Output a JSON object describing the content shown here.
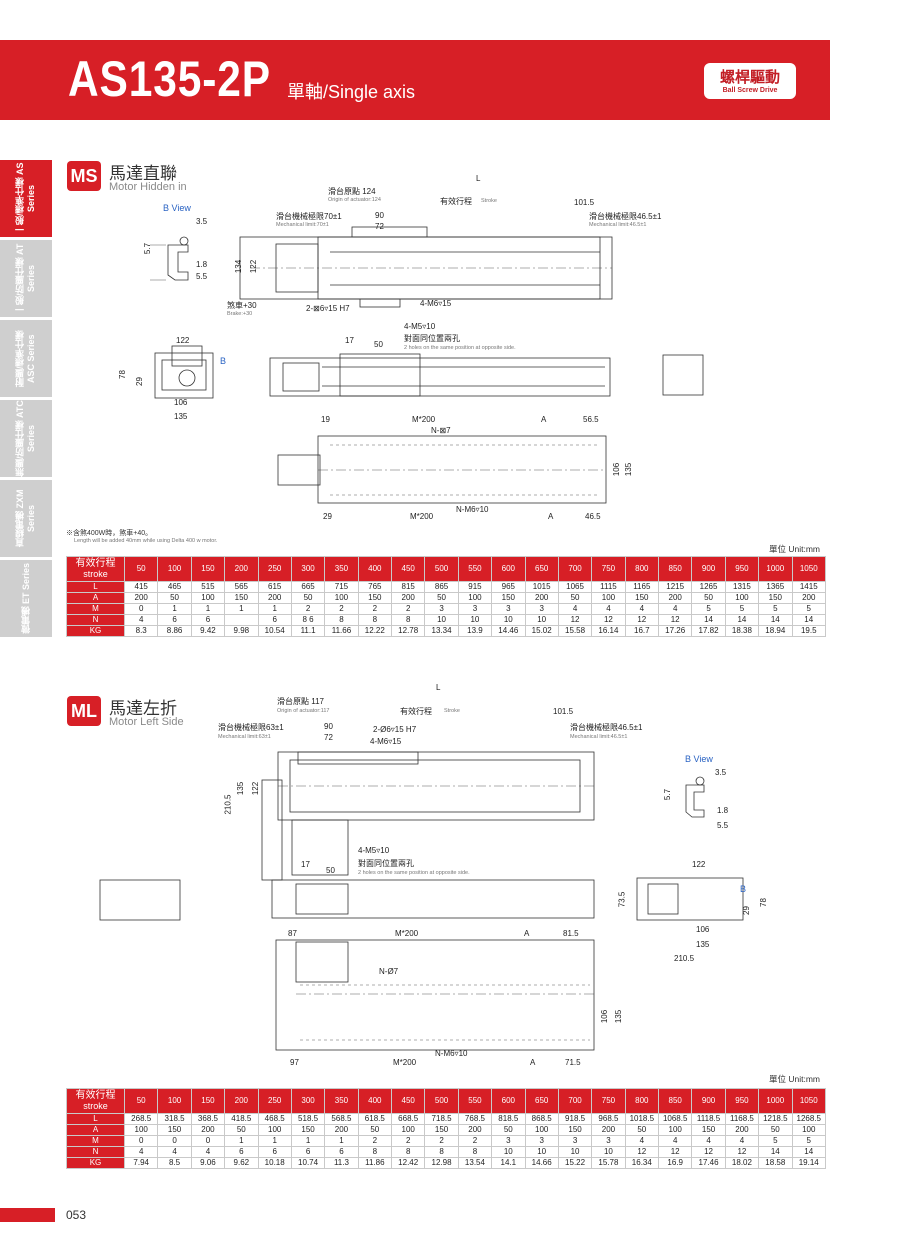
{
  "header": {
    "model": "AS135-2P",
    "subtitle_zh": "單軸",
    "subtitle_en": "/Single axis",
    "badge_zh": "螺桿驅動",
    "badge_en": "Ball Screw Drive"
  },
  "sidebar": {
    "items": [
      {
        "label": "一般/標準仕樣 AS Series",
        "active": true
      },
      {
        "label": "一般/防塵仕樣 AT Series",
        "active": false
      },
      {
        "label": "耐塵/標準仕樣 ASC Series",
        "active": false
      },
      {
        "label": "無塵/防塵仕樣 ATC Series",
        "active": false
      },
      {
        "label": "直線電機 ZXM Series",
        "active": false
      },
      {
        "label": "微電機 ET Series",
        "active": false
      }
    ]
  },
  "ms": {
    "tag": "MS",
    "title_zh": "馬達直聯",
    "title_en": "Motor Hidden in",
    "labels": {
      "b_view": "B View",
      "l": "L",
      "origin_zh": "滑台原點 124",
      "origin_en": "Origin of actuator:124",
      "stroke_zh": "有效行程",
      "stroke_en": "Stroke",
      "d101_5": "101.5",
      "mech_l_zh": "滑台機械極限70±1",
      "mech_l_en": "Mechanical limit:70±1",
      "d90": "90",
      "d72": "72",
      "mech_r_zh": "滑台機械極限46.5±1",
      "mech_r_en": "Mechanical limit:46.5±1",
      "d3_5": "3.5",
      "d5_7": "5.7",
      "d1_8": "1.8",
      "d5_5": "5.5",
      "d134": "134",
      "d122": "122",
      "brake_zh": "煞車+30",
      "brake_en": "Brake:+30",
      "pin": "2-⊠6▿15 H7",
      "m6": "4-M6▿15",
      "m5": "4-M5▿10",
      "holes_zh": "對面同位置兩孔",
      "holes_en": "2 holes on the same position at opposite side.",
      "d17": "17",
      "d50": "50",
      "w122": "122",
      "b": "B",
      "d78": "78",
      "d29": "29",
      "d106": "106",
      "d135": "135",
      "d19": "19",
      "m200": "M*200",
      "a": "A",
      "d56_5": "56.5",
      "n7": "N-⊠7",
      "nm6": "N-M6▿10",
      "d29b": "29",
      "m200b": "M*200",
      "ab": "A",
      "d46_5": "46.5",
      "v106": "106",
      "v135": "135"
    },
    "note": "※含煞400W時，煞車+40。",
    "note_en": "Length will be added 40mm while using Delta 400 w motor.",
    "unit": "單位 Unit:mm",
    "table": {
      "header_zh": "有效行程",
      "header_en": "stroke",
      "strokes": [
        "50",
        "100",
        "150",
        "200",
        "250",
        "300",
        "350",
        "400",
        "450",
        "500",
        "550",
        "600",
        "650",
        "700",
        "750",
        "800",
        "850",
        "900",
        "950",
        "1000",
        "1050"
      ],
      "rows": [
        {
          "name": "L",
          "values": [
            "415",
            "465",
            "515",
            "565",
            "615",
            "665",
            "715",
            "765",
            "815",
            "865",
            "915",
            "965",
            "1015",
            "1065",
            "1115",
            "1165",
            "1215",
            "1265",
            "1315",
            "1365",
            "1415"
          ]
        },
        {
          "name": "A",
          "values": [
            "200",
            "50",
            "100",
            "150",
            "200",
            "50",
            "100",
            "150",
            "200",
            "50",
            "100",
            "150",
            "200",
            "50",
            "100",
            "150",
            "200",
            "50",
            "100",
            "150",
            "200"
          ]
        },
        {
          "name": "M",
          "values": [
            "0",
            "1",
            "1",
            "1",
            "1",
            "2",
            "2",
            "2",
            "2",
            "3",
            "3",
            "3",
            "3",
            "4",
            "4",
            "4",
            "4",
            "5",
            "5",
            "5",
            "5"
          ]
        },
        {
          "name": "N",
          "values": [
            "4",
            "6",
            "6",
            "",
            "6",
            "8 6",
            "8",
            "8",
            "8",
            "10",
            "10",
            "10",
            "10",
            "12",
            "12",
            "12",
            "12",
            "14",
            "14",
            "14",
            "14"
          ]
        },
        {
          "name": "KG",
          "values": [
            "8.3",
            "8.86",
            "9.42",
            "9.98",
            "10.54",
            "11.1",
            "11.66",
            "12.22",
            "12.78",
            "13.34",
            "13.9",
            "14.46",
            "15.02",
            "15.58",
            "16.14",
            "16.7",
            "17.26",
            "17.82",
            "18.38",
            "18.94",
            "19.5"
          ]
        }
      ]
    }
  },
  "ml": {
    "tag": "ML",
    "title_zh": "馬達左折",
    "title_en": "Motor Left Side",
    "labels": {
      "l": "L",
      "origin_zh": "滑台原點 117",
      "origin_en": "Origin of actuator:117",
      "stroke_zh": "有效行程",
      "stroke_en": "Stroke",
      "d101_5": "101.5",
      "mech_l_zh": "滑台機械極限63±1",
      "mech_l_en": "Mechanical limit:63±1",
      "d90": "90",
      "d72": "72",
      "pin": "2-Ø6▿15 H7",
      "m6": "4-M6▿15",
      "mech_r_zh": "滑台機械極限46.5±1",
      "mech_r_en": "Mechanical limit:46.5±1",
      "b_view": "B View",
      "d3_5": "3.5",
      "d5_7": "5.7",
      "d1_8": "1.8",
      "d5_5": "5.5",
      "d210_5": "210.5",
      "d135": "135",
      "d122": "122",
      "m5": "4-M5▿10",
      "holes_zh": "對面同位置兩孔",
      "holes_en": "2 holes on the same position at opposite side.",
      "d17": "17",
      "d50": "50",
      "w122": "122",
      "d73_5": "73.5",
      "b": "B",
      "d78": "78",
      "d29": "29",
      "d106": "106",
      "w135": "135",
      "w210_5": "210.5",
      "d87": "87",
      "m200": "M*200",
      "a": "A",
      "d81_5": "81.5",
      "n7": "N-Ø7",
      "nm6": "N-M6▿10",
      "d97": "97",
      "m200b": "M*200",
      "ab": "A",
      "d71_5": "71.5",
      "v106": "106",
      "v135": "135"
    },
    "unit": "單位 Unit:mm",
    "table": {
      "header_zh": "有效行程",
      "header_en": "stroke",
      "strokes": [
        "50",
        "100",
        "150",
        "200",
        "250",
        "300",
        "350",
        "400",
        "450",
        "500",
        "550",
        "600",
        "650",
        "700",
        "750",
        "800",
        "850",
        "900",
        "950",
        "1000",
        "1050"
      ],
      "rows": [
        {
          "name": "L",
          "values": [
            "268.5",
            "318.5",
            "368.5",
            "418.5",
            "468.5",
            "518.5",
            "568.5",
            "618.5",
            "668.5",
            "718.5",
            "768.5",
            "818.5",
            "868.5",
            "918.5",
            "968.5",
            "1018.5",
            "1068.5",
            "1118.5",
            "1168.5",
            "1218.5",
            "1268.5"
          ]
        },
        {
          "name": "A",
          "values": [
            "100",
            "150",
            "200",
            "50",
            "100",
            "150",
            "200",
            "50",
            "100",
            "150",
            "200",
            "50",
            "100",
            "150",
            "200",
            "50",
            "100",
            "150",
            "200",
            "50",
            "100"
          ]
        },
        {
          "name": "M",
          "values": [
            "0",
            "0",
            "0",
            "1",
            "1",
            "1",
            "1",
            "2",
            "2",
            "2",
            "2",
            "3",
            "3",
            "3",
            "3",
            "4",
            "4",
            "4",
            "4",
            "5",
            "5"
          ]
        },
        {
          "name": "N",
          "values": [
            "4",
            "4",
            "4",
            "6",
            "6",
            "6",
            "6",
            "8",
            "8",
            "8",
            "8",
            "10",
            "10",
            "10",
            "10",
            "12",
            "12",
            "12",
            "12",
            "14",
            "14"
          ]
        },
        {
          "name": "KG",
          "values": [
            "7.94",
            "8.5",
            "9.06",
            "9.62",
            "10.18",
            "10.74",
            "11.3",
            "11.86",
            "12.42",
            "12.98",
            "13.54",
            "14.1",
            "14.66",
            "15.22",
            "15.78",
            "16.34",
            "16.9",
            "17.46",
            "18.02",
            "18.58",
            "19.14"
          ]
        }
      ]
    }
  },
  "page_number": "053"
}
